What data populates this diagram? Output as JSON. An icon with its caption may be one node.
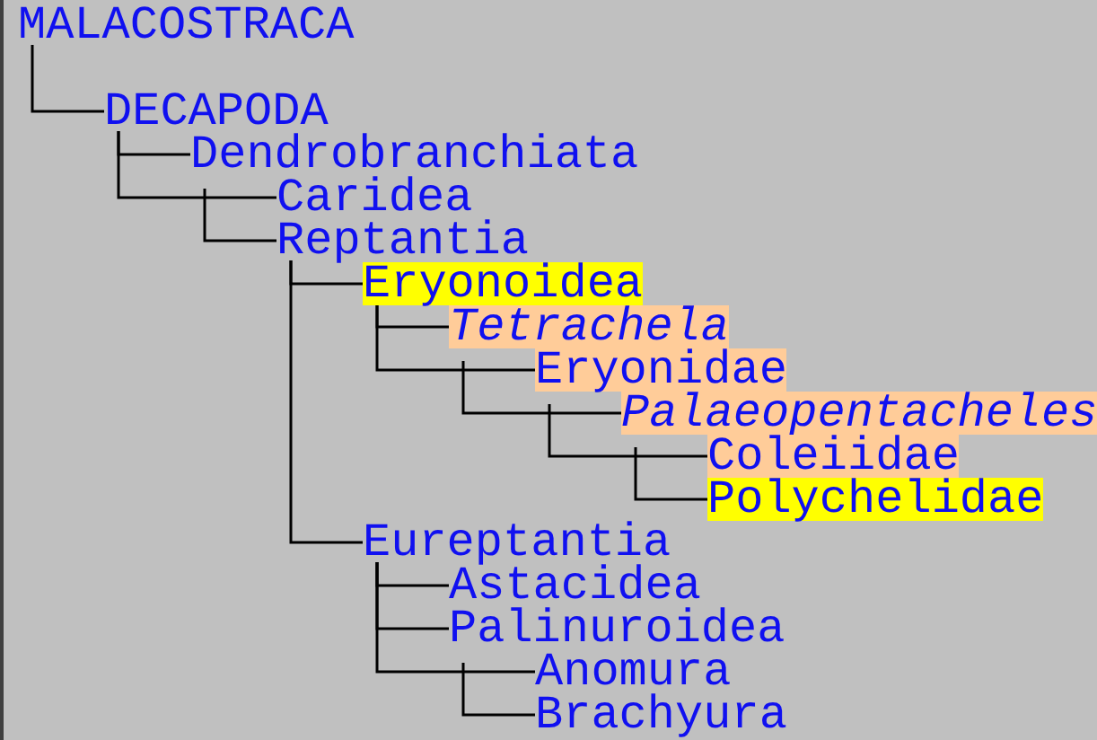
{
  "diagram": {
    "nodes": [
      {
        "text": [
          "MALACOSTRACA"
        ]
      },
      {
        "text": [
          "DECAPODA"
        ]
      },
      {
        "text": [
          "Dendrobranchiata"
        ]
      },
      {
        "text": [],
        "shape": "cross"
      },
      {
        "text": [
          "Caridea"
        ]
      },
      {
        "text": [
          "Reptantia"
        ]
      },
      {
        "text": [
          "Eryonoidea"
        ]
      },
      {
        "text": [
          "Tetrachela"
        ]
      },
      {
        "text": [],
        "shape": "cross"
      },
      {
        "text": [
          "Eryonidae"
        ]
      },
      {
        "text": [],
        "shape": "cross"
      },
      {
        "text": [
          "Palaeopentacheles"
        ]
      },
      {
        "text": [],
        "shape": "cross"
      },
      {
        "text": [
          "Coleiidae"
        ]
      },
      {
        "text": [
          "Polychelidae"
        ]
      },
      {
        "text": [
          "Eureptantia"
        ]
      },
      {
        "text": [
          "Astacidea"
        ]
      },
      {
        "text": [
          "Palinuroidea"
        ]
      },
      {
        "text": [],
        "shape": "cross"
      },
      {
        "text": [
          "Anomura"
        ]
      },
      {
        "text": [
          "Brachyura"
        ]
      }
    ],
    "edges": [
      {
        "from": 0,
        "to": 1,
        "arrow": "none"
      },
      {
        "from": 1,
        "to": 2,
        "arrow": "none"
      },
      {
        "from": 1,
        "to": 3,
        "arrow": "none"
      },
      {
        "from": 3,
        "to": 4,
        "arrow": "none"
      },
      {
        "from": 3,
        "to": 5,
        "arrow": "none"
      },
      {
        "from": 5,
        "to": 6,
        "arrow": "none"
      },
      {
        "from": 5,
        "to": 15,
        "arrow": "none"
      },
      {
        "from": 6,
        "to": 7,
        "arrow": "none"
      },
      {
        "from": 6,
        "to": 8,
        "arrow": "none"
      },
      {
        "from": 8,
        "to": 9,
        "arrow": "none"
      },
      {
        "from": 8,
        "to": 10,
        "arrow": "none"
      },
      {
        "from": 10,
        "to": 11,
        "arrow": "none"
      },
      {
        "from": 10,
        "to": 12,
        "arrow": "none"
      },
      {
        "from": 12,
        "to": 13,
        "arrow": "none"
      },
      {
        "from": 12,
        "to": 14,
        "arrow": "none"
      },
      {
        "from": 15,
        "to": 16,
        "arrow": "none"
      },
      {
        "from": 15,
        "to": 17,
        "arrow": "none"
      },
      {
        "from": 15,
        "to": 18,
        "arrow": "none"
      },
      {
        "from": 18,
        "to": 19,
        "arrow": "none"
      },
      {
        "from": 18,
        "to": 20,
        "arrow": "none"
      }
    ]
  }
}
